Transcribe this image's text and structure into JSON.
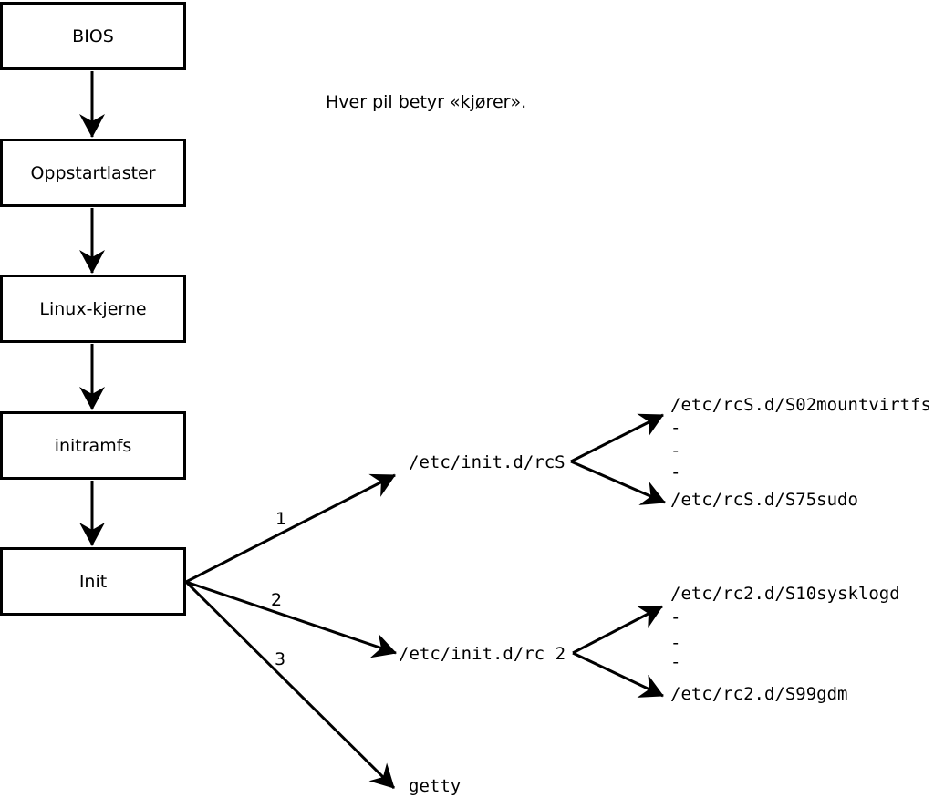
{
  "caption": "Hver pil betyr «kjører».",
  "boot_chain": [
    "BIOS",
    "Oppstartlaster",
    "Linux-kjerne",
    "initramfs",
    "Init"
  ],
  "init_arrows": [
    {
      "number": "1",
      "target": "/etc/init.d/rcS",
      "scripts_first": "/etc/rcS.d/S02mountvirtfs",
      "scripts_omitted": [
        "-",
        "-",
        "-"
      ],
      "scripts_last": "/etc/rcS.d/S75sudo"
    },
    {
      "number": "2",
      "target": "/etc/init.d/rc 2",
      "scripts_first": "/etc/rc2.d/S10sysklogd",
      "scripts_omitted": [
        "-",
        "-",
        "-"
      ],
      "scripts_last": "/etc/rc2.d/S99gdm"
    },
    {
      "number": "3",
      "target": "getty"
    }
  ]
}
